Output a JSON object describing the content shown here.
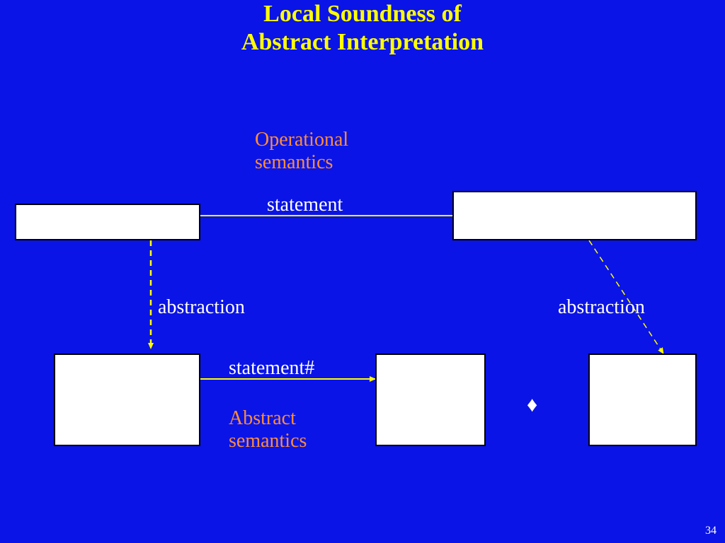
{
  "title": {
    "line1": "Local Soundness of",
    "line2": "Abstract Interpretation"
  },
  "labels": {
    "operational": [
      "Operational",
      "semantics"
    ],
    "statement": "statement",
    "abstraction_left": "abstraction",
    "abstraction_right": "abstraction",
    "statement_hash": "statement#",
    "abstract": [
      "Abstract",
      "semantics"
    ],
    "order_symbol": "♦"
  },
  "page_number": "34",
  "colors": {
    "background": "#0a14e6",
    "title": "#ffff00",
    "arrows": "#ffff00",
    "label_white": "#ffffff",
    "label_orange": "#ff8c3a"
  }
}
